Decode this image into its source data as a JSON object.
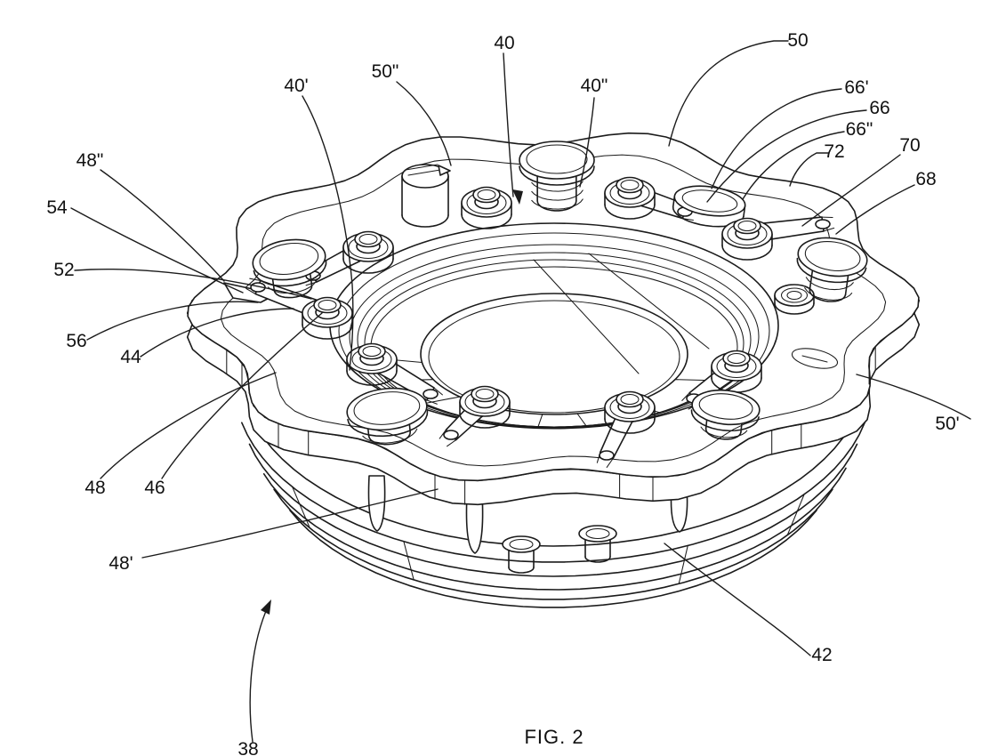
{
  "figure": {
    "caption": "FIG. 2",
    "ink_color": "#1b1b1b",
    "background_color": "#ffffff"
  },
  "labels": {
    "n38": "38",
    "n40": "40",
    "n40p": "40'",
    "n40pp": "40\"",
    "n42": "42",
    "n44": "44",
    "n46": "46",
    "n48": "48",
    "n48p": "48'",
    "n48pp": "48\"",
    "n50": "50",
    "n50p": "50'",
    "n50pp": "50\"",
    "n52": "52",
    "n54": "54",
    "n56": "56",
    "n66": "66",
    "n66p": "66'",
    "n66pp": "66\"",
    "n68": "68",
    "n70": "70",
    "n72": "72"
  }
}
